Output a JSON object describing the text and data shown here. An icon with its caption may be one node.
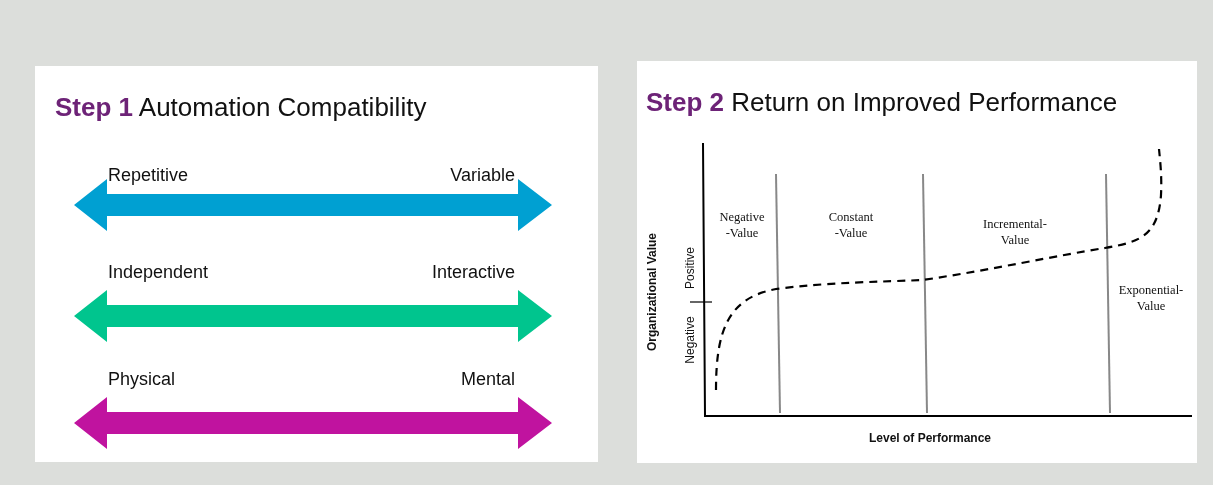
{
  "diagram": {
    "nodes": [
      {
        "text": [
          "**Step 1**  Automation Compatibility"
        ]
      },
      {
        "text": [
          "**Step 2**  Return on Improved Performance"
        ]
      }
    ],
    "edges": [],
    "labels": [
      "Repetitive",
      "Variable",
      "Independent",
      "Interactive",
      "Physical",
      "Mental",
      "Negative -Value",
      "Constant -Value",
      "Incremental- Value",
      "Exponential- Value",
      "Organizational Value",
      "Positive",
      "Negative",
      "Level of Performance"
    ]
  }
}
